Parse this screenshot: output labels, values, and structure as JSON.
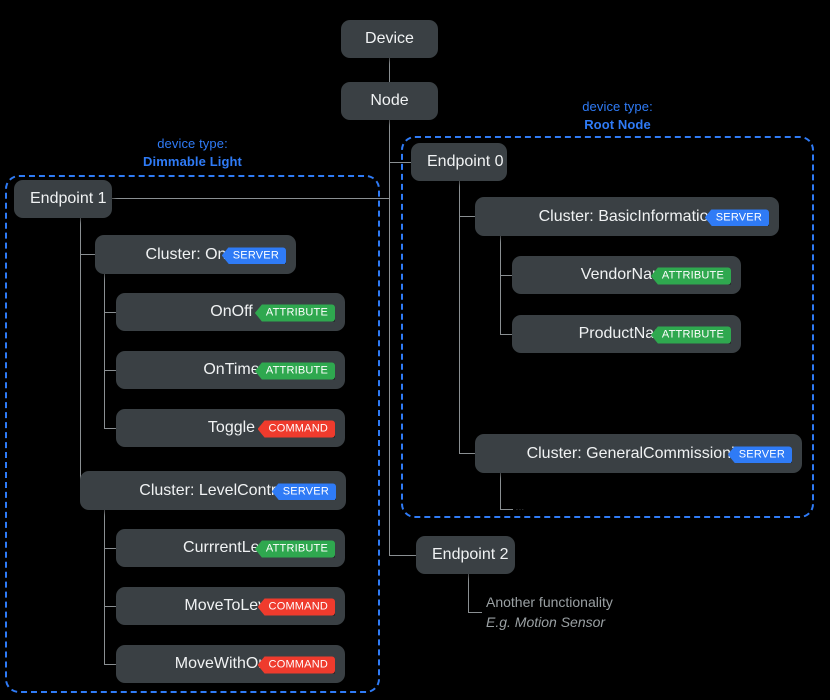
{
  "diagram": {
    "title_chain": {
      "device": "Device",
      "node": "Node"
    },
    "device_types": [
      {
        "name": "dimmable-light",
        "prefix": "device type:",
        "label": "Dimmable Light"
      },
      {
        "name": "root-node",
        "prefix": "device type:",
        "label": "Root Node"
      }
    ],
    "endpoints": [
      {
        "name": "endpoint-1",
        "label": "Endpoint 1"
      },
      {
        "name": "endpoint-0",
        "label": "Endpoint 0"
      },
      {
        "name": "endpoint-2",
        "label": "Endpoint 2"
      }
    ],
    "clusters": [
      {
        "name": "cluster-onoff",
        "label": "Cluster: OnOff",
        "badge": "SERVER",
        "badge_kind": "server"
      },
      {
        "name": "cluster-levelcontrol",
        "label": "Cluster: LevelControl",
        "badge": "SERVER",
        "badge_kind": "server"
      },
      {
        "name": "cluster-basicinformation",
        "label": "Cluster: BasicInformation",
        "badge": "SERVER",
        "badge_kind": "server"
      },
      {
        "name": "cluster-generalcommissioning",
        "label": "Cluster: GeneralCommissioning",
        "badge": "SERVER",
        "badge_kind": "server"
      }
    ],
    "elements": [
      {
        "name": "element-onoff",
        "label": "OnOff",
        "badge": "ATTRIBUTE",
        "badge_kind": "attribute"
      },
      {
        "name": "element-ontime",
        "label": "OnTime",
        "badge": "ATTRIBUTE",
        "badge_kind": "attribute"
      },
      {
        "name": "element-toggle",
        "label": "Toggle",
        "badge": "COMMAND",
        "badge_kind": "command"
      },
      {
        "name": "element-currrentlevel",
        "label": "CurrrentLevel",
        "badge": "ATTRIBUTE",
        "badge_kind": "attribute"
      },
      {
        "name": "element-movetolevel",
        "label": "MoveToLevel",
        "badge": "COMMAND",
        "badge_kind": "command"
      },
      {
        "name": "element-movewithonoff",
        "label": "MoveWithOnOff",
        "badge": "COMMAND",
        "badge_kind": "command"
      },
      {
        "name": "element-vendorname",
        "label": "VendorName",
        "badge": "ATTRIBUTE",
        "badge_kind": "attribute"
      },
      {
        "name": "element-productname",
        "label": "ProductName",
        "badge": "ATTRIBUTE",
        "badge_kind": "attribute"
      }
    ],
    "annotations": {
      "endpoint2_line1": "Another functionality",
      "endpoint2_line2": "E.g. Motion Sensor",
      "ellipsis": "..."
    },
    "colors": {
      "background": "#000000",
      "node_fill": "#3a4044",
      "node_text": "#f0f2f3",
      "connector": "#8a8f92",
      "device_type_blue": "#2f7bf6",
      "badge_server": "#2f7bf6",
      "badge_attribute": "#2fa84f",
      "badge_command": "#ef3b2d",
      "annotation_text": "#9aa0a3"
    }
  }
}
